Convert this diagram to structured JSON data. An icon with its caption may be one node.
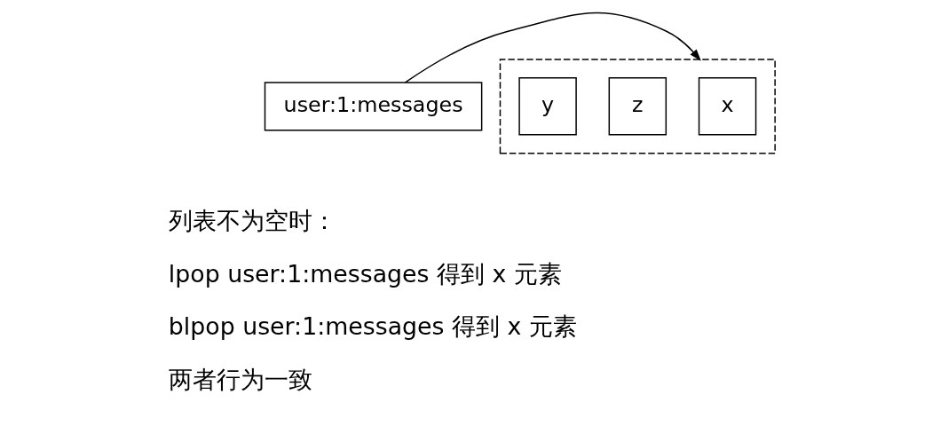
{
  "diagram": {
    "nodes": [
      {
        "text": [
          "user:1:messages"
        ]
      },
      {
        "text": [],
        "shape": "box"
      },
      {
        "text": [
          "x"
        ],
        "in": 1
      },
      {
        "text": [
          "z"
        ],
        "in": 1
      },
      {
        "text": [
          "y"
        ],
        "in": 1
      }
    ],
    "edges": [
      {
        "from": 0,
        "to": 1,
        "arrow": "to"
      }
    ],
    "labels": [
      "列表不为空时：",
      "lpop user:1:messages 得到 x 元素",
      "blpop user:1:messages 得到 x 元素",
      "两者行为一致"
    ]
  }
}
